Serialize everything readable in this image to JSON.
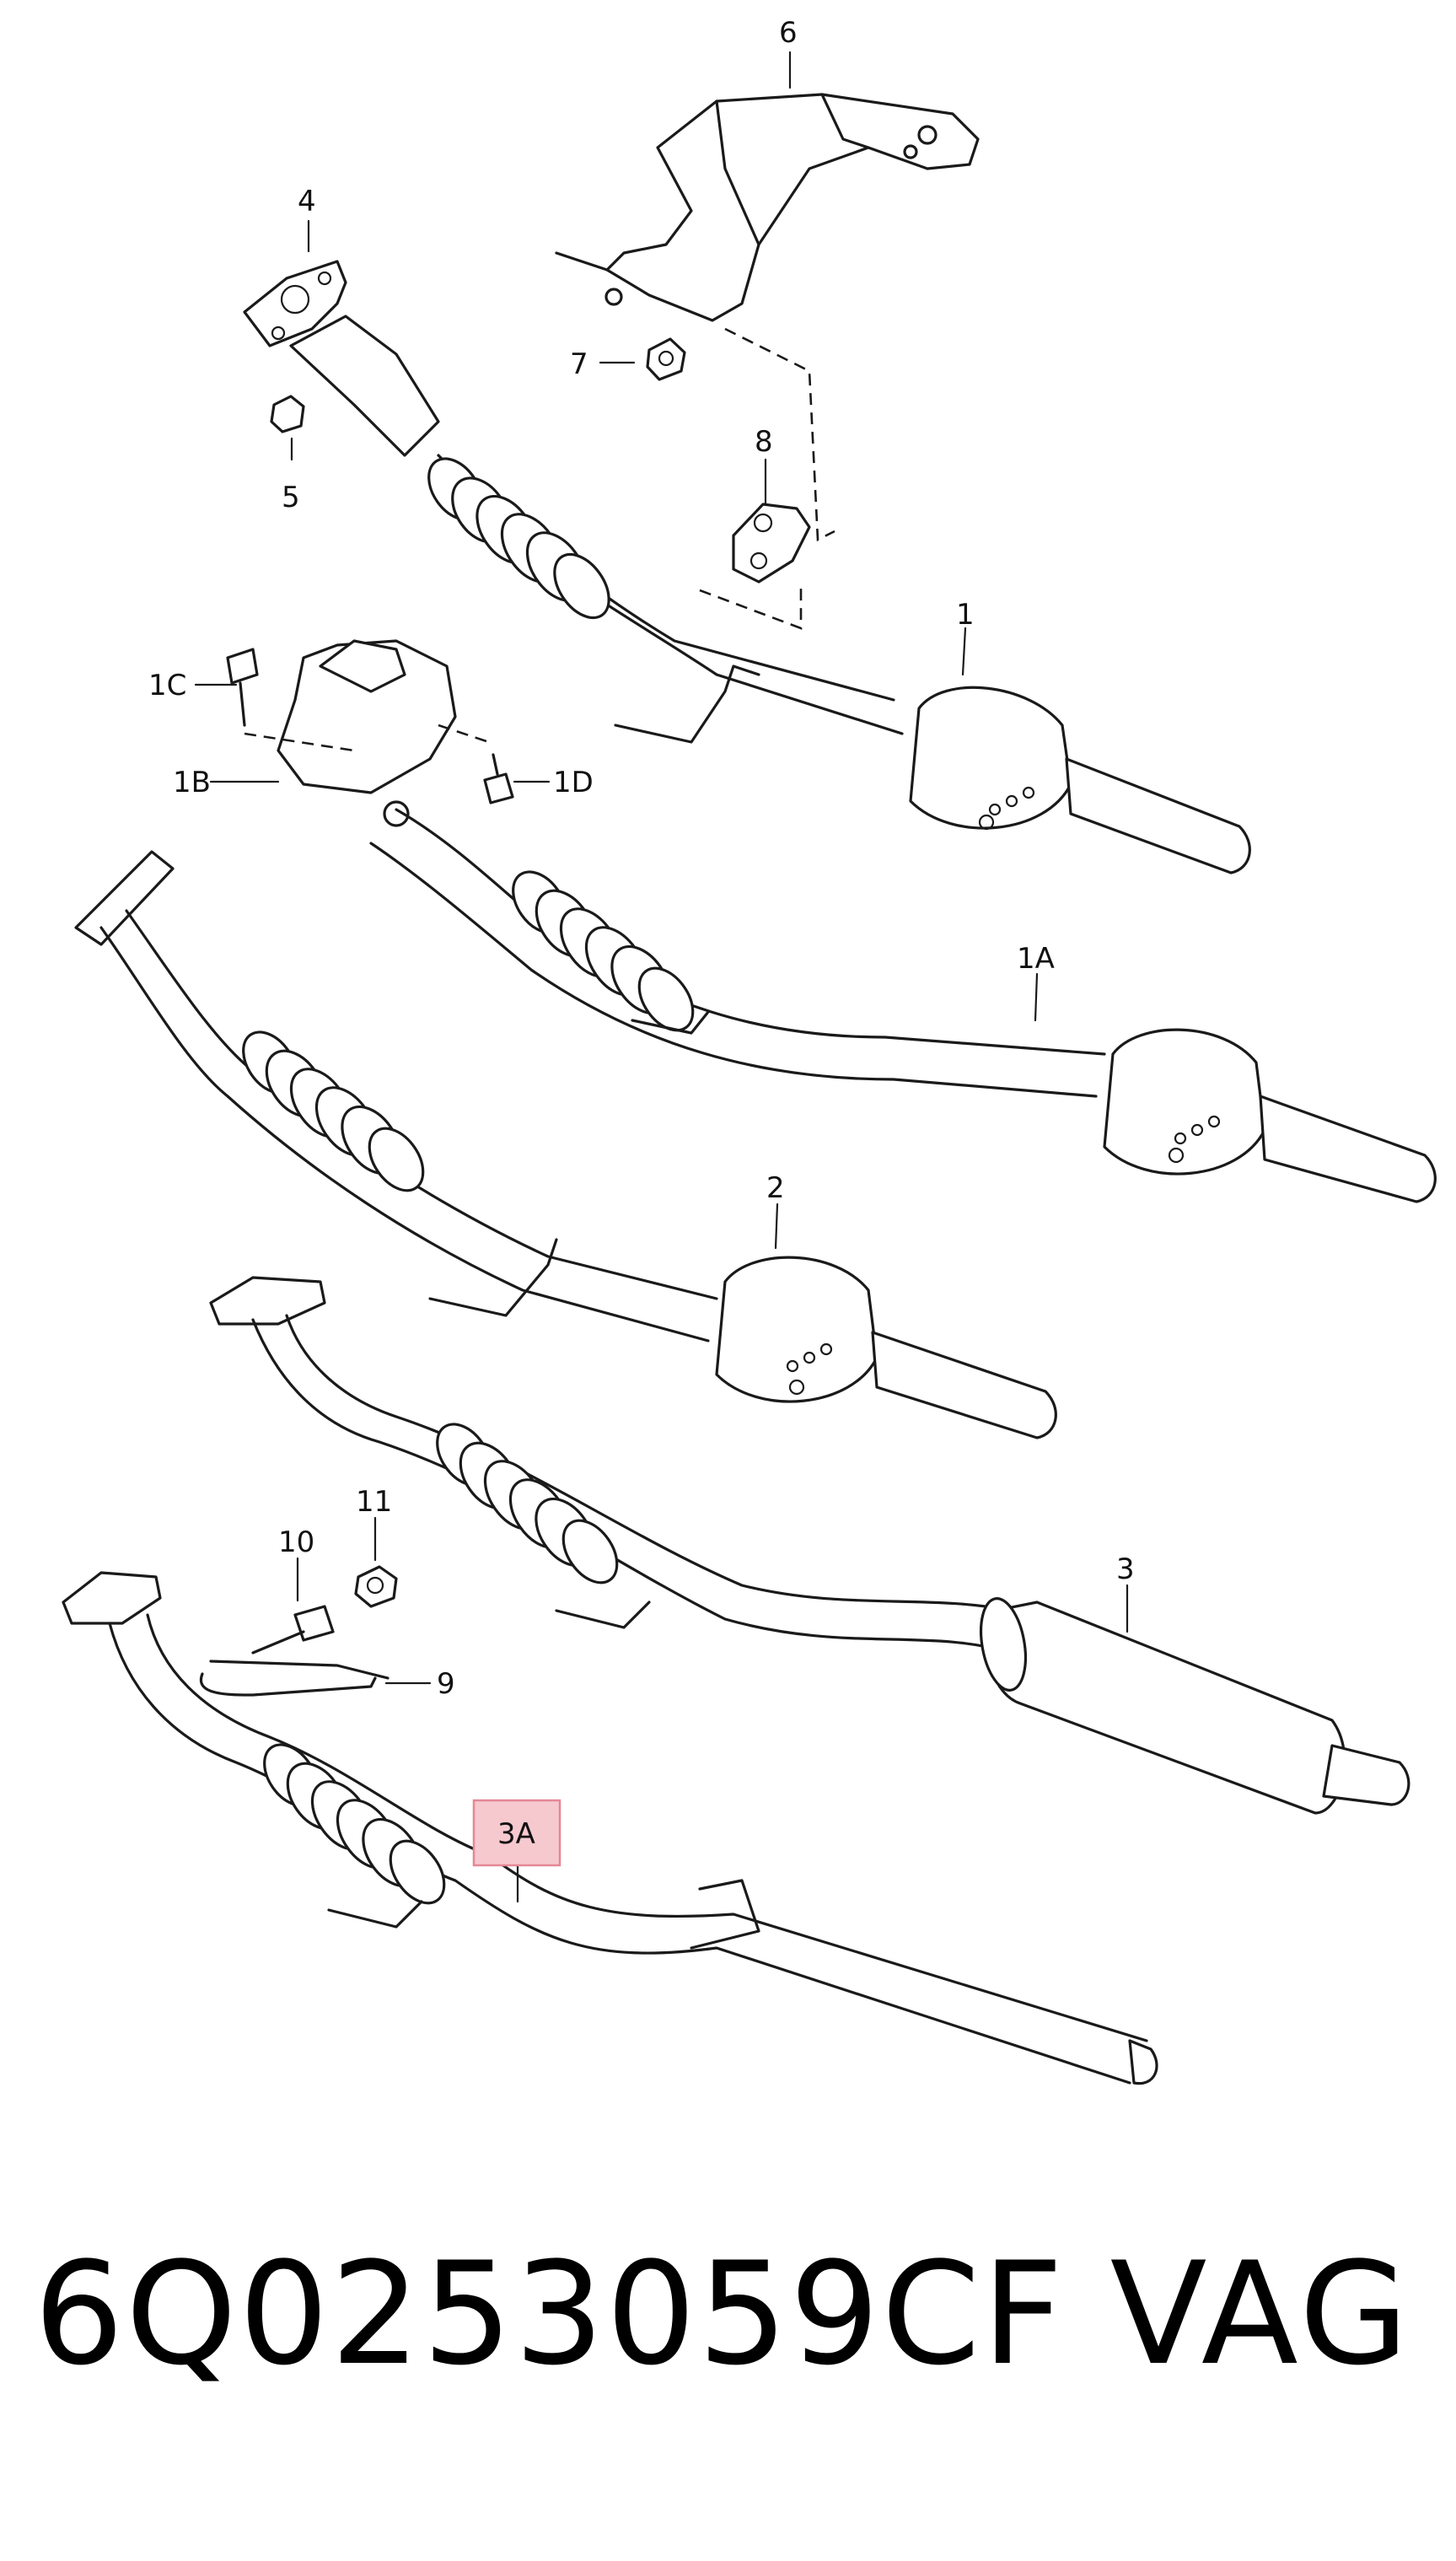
{
  "diagram": {
    "callouts": [
      "6",
      "4",
      "7",
      "5",
      "8",
      "1",
      "1C",
      "1B",
      "1D",
      "1A",
      "2",
      "3",
      "11",
      "10",
      "9",
      "3A"
    ],
    "highlighted_callout": "3A",
    "highlight_color": "#f6c9cf"
  },
  "footer": {
    "part_number": "6Q0253059CF",
    "brand": "VAG"
  }
}
